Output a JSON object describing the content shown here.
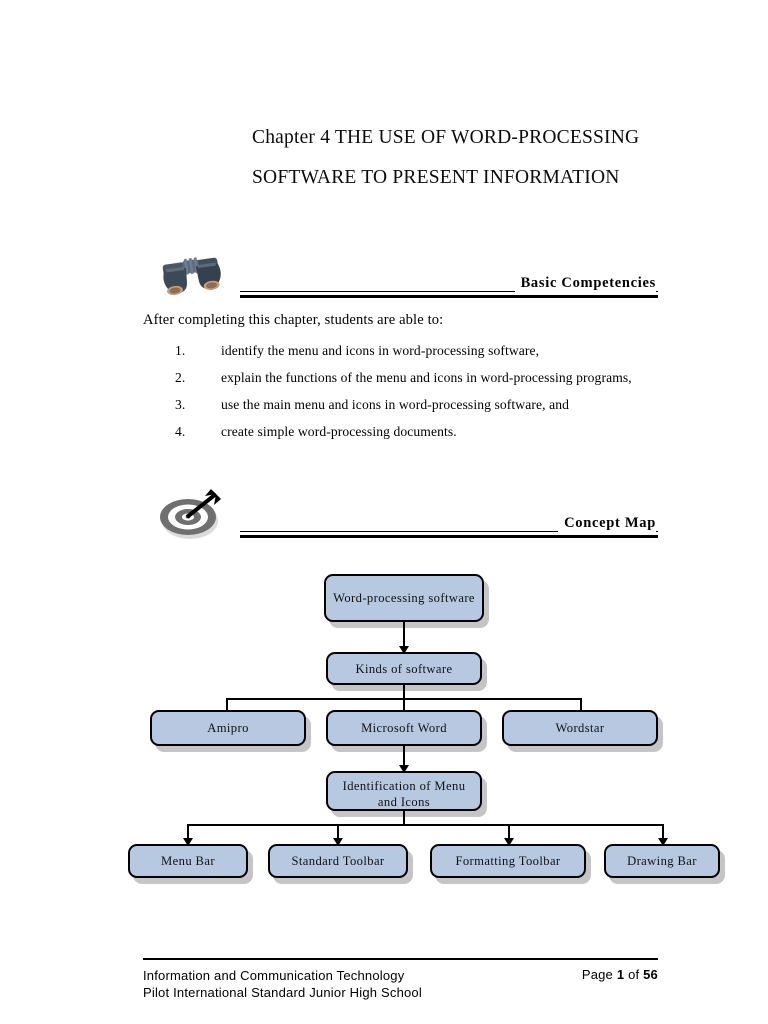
{
  "document": {
    "chapter_title": "Chapter 4 THE USE OF WORD-PROCESSING SOFTWARE TO PRESENT INFORMATION"
  },
  "basic_competencies": {
    "heading": "Basic Competencies",
    "icon": "binoculars-icon",
    "lead": "After completing this chapter, students are able to:",
    "items": [
      {
        "num": "1.",
        "text": "identify the menu and icons in word-processing software,"
      },
      {
        "num": "2.",
        "text": "explain the functions of the menu and icons in word-processing programs,"
      },
      {
        "num": "3.",
        "text": "use the main menu and icons in word-processing software, and"
      },
      {
        "num": "4.",
        "text": "create simple word-processing documents."
      }
    ]
  },
  "concept_map": {
    "heading": "Concept Map",
    "icon": "target-arrow-icon",
    "node_fill": "#b6c9e0",
    "node_border": "#000000",
    "nodes": {
      "root": "Word-processing software",
      "kinds": "Kinds of software",
      "software": [
        "Amipro",
        "Microsoft Word",
        "Wordstar"
      ],
      "identification": "Identification of Menu and Icons",
      "components": [
        "Menu Bar",
        "Standard Toolbar",
        "Formatting Toolbar",
        "Drawing Bar"
      ]
    }
  },
  "footer": {
    "line1": "Information and Communication Technology",
    "line2": "Pilot International Standard Junior High School",
    "page_prefix": "Page",
    "page_number": "1",
    "page_of": "of",
    "page_total": "56"
  }
}
